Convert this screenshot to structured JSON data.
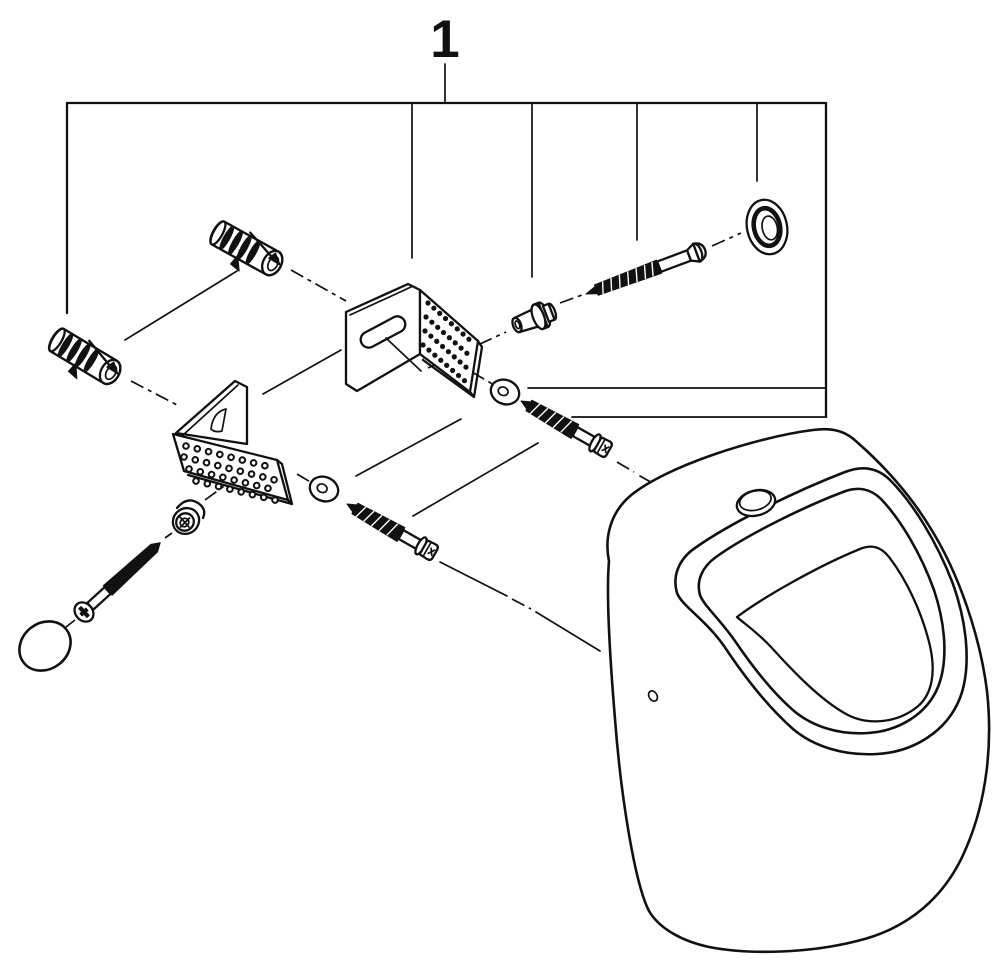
{
  "figure": {
    "callout_label": "1"
  },
  "drawing": {
    "background_color": "#ffffff",
    "line_color": "#111111",
    "type": "exploded-assembly-technical-drawing",
    "parts": [
      {
        "name": "dimension-frame",
        "role": "wall mounting plane callout bracket"
      },
      {
        "name": "wall-plug-upper",
        "role": "ribbed wall anchor with insertion arrow"
      },
      {
        "name": "wall-plug-lower",
        "role": "ribbed wall anchor with insertion arrow"
      },
      {
        "name": "angle-bracket-upper",
        "role": "perforated L mounting bracket with slot"
      },
      {
        "name": "angle-bracket-lower",
        "role": "perforated L mounting bracket with gusset"
      },
      {
        "name": "flat-washer-upper",
        "role": "washer"
      },
      {
        "name": "flat-washer-lower",
        "role": "washer"
      },
      {
        "name": "hex-screw-upper",
        "role": "hex head lag screw"
      },
      {
        "name": "hex-screw-lower",
        "role": "hex head lag screw"
      },
      {
        "name": "flanged-bushing",
        "role": "spacer sleeve"
      },
      {
        "name": "round-head-screw",
        "role": "wood screw"
      },
      {
        "name": "sealing-ring",
        "role": "rosette gasket"
      },
      {
        "name": "countersunk-screw",
        "role": "phillips fixing screw"
      },
      {
        "name": "cover-cap",
        "role": "oval cover cap"
      },
      {
        "name": "screw-seat",
        "role": "flanged screw seat"
      },
      {
        "name": "urinal-bowl",
        "role": "wall hung urinal body"
      }
    ]
  }
}
